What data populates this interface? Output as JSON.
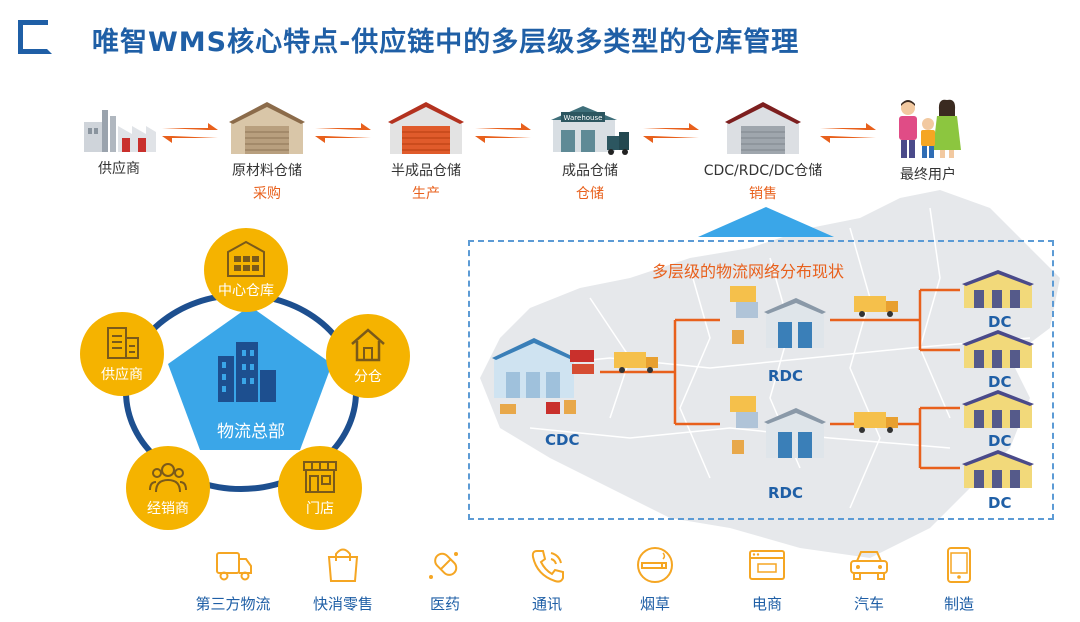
{
  "title": "唯智WMS核心特点-供应链中的多层级多类型的仓库管理",
  "chain": [
    {
      "label": "供应商",
      "sub": ""
    },
    {
      "label": "原材料仓储",
      "sub": "采购"
    },
    {
      "label": "半成品仓储",
      "sub": "生产"
    },
    {
      "label": "成品仓储",
      "sub": "仓储"
    },
    {
      "label": "CDC/RDC/DC仓储",
      "sub": "销售"
    },
    {
      "label": "最终用户",
      "sub": ""
    }
  ],
  "warehouse_sign": "Warehouse",
  "hub": {
    "center": "物流总部",
    "nodes": [
      {
        "label": "中心仓库",
        "icon": "central-warehouse-icon"
      },
      {
        "label": "分仓",
        "icon": "house-icon"
      },
      {
        "label": "门店",
        "icon": "store-icon"
      },
      {
        "label": "经销商",
        "icon": "people-icon"
      },
      {
        "label": "供应商",
        "icon": "building-icon"
      }
    ]
  },
  "network": {
    "title": "多层级的物流网络分布现状",
    "cdc": "CDC",
    "rdc1": "RDC",
    "rdc2": "RDC",
    "dc": [
      "DC",
      "DC",
      "DC",
      "DC"
    ]
  },
  "industries": [
    {
      "label": "第三方物流",
      "icon": "truck-icon"
    },
    {
      "label": "快消零售",
      "icon": "shopping-bag-icon"
    },
    {
      "label": "医药",
      "icon": "pill-icon"
    },
    {
      "label": "通讯",
      "icon": "phone-icon"
    },
    {
      "label": "烟草",
      "icon": "cigarette-icon"
    },
    {
      "label": "电商",
      "icon": "browser-icon"
    },
    {
      "label": "汽车",
      "icon": "car-icon"
    },
    {
      "label": "制造",
      "icon": "mobile-device-icon"
    }
  ],
  "colors": {
    "brand_blue": "#1f5fa6",
    "accent_orange": "#e8601c",
    "hub_yellow": "#f5b300",
    "ring_navy": "#1d4f8f",
    "pentagon_blue": "#3aa6e8"
  }
}
